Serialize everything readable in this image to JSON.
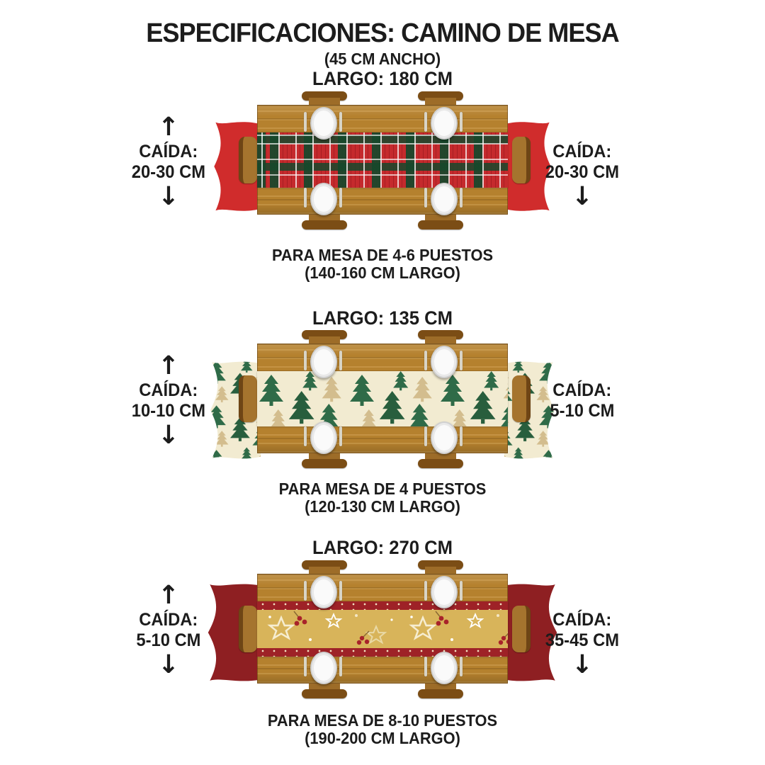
{
  "header": {
    "title": "ESPECIFICACIONES: CAMINO DE MESA",
    "subtitle": "(45 CM ANCHO)"
  },
  "palette": {
    "text": "#1c1c1c",
    "wood": "#b5812e",
    "plaid_red": "#c52a2d",
    "plaid_green": "#16482b",
    "runner_cream": "#f2ebd1",
    "tree_green": "#2f6b48",
    "tree_tan": "#d3bd8e",
    "runner_gold": "#d8b45a",
    "border_red": "#9e2227",
    "drape_red": "#d02c2c",
    "drape_maroon": "#8e1f22"
  },
  "sections": [
    {
      "largo": "LARGO: 180 CM",
      "runner_style": "plaid-rojo",
      "left": {
        "label1": "CAÍDA:",
        "label2": "20-30 CM",
        "up": "↑",
        "down": "↓"
      },
      "right": {
        "label1": "CAÍDA:",
        "label2": "20-30 CM",
        "up": "",
        "down": "↓"
      },
      "caption1": "PARA MESA DE 4-6 PUESTOS",
      "caption2": "(140-160 CM LARGO)"
    },
    {
      "largo": "LARGO: 135 CM",
      "runner_style": "pinos-crema",
      "left": {
        "label1": "CAÍDA:",
        "label2": "10-10 CM",
        "up": "↑",
        "down": "↓"
      },
      "right": {
        "label1": "CAÍDA:",
        "label2": "5-10 CM",
        "up": "",
        "down": ""
      },
      "caption1": "PARA MESA DE 4 PUESTOS",
      "caption2": "(120-130 CM LARGO)"
    },
    {
      "largo": "LARGO: 270 CM",
      "runner_style": "estrellas-dorado",
      "left": {
        "label1": "CAÍDA:",
        "label2": "5-10 CM",
        "up": "↑",
        "down": "↓"
      },
      "right": {
        "label1": "CAÍDA:",
        "label2": "35-45 CM",
        "up": "",
        "down": "↓"
      },
      "caption1": "PARA MESA DE 8-10 PUESTOS",
      "caption2": "(190-200 CM LARGO)"
    }
  ]
}
